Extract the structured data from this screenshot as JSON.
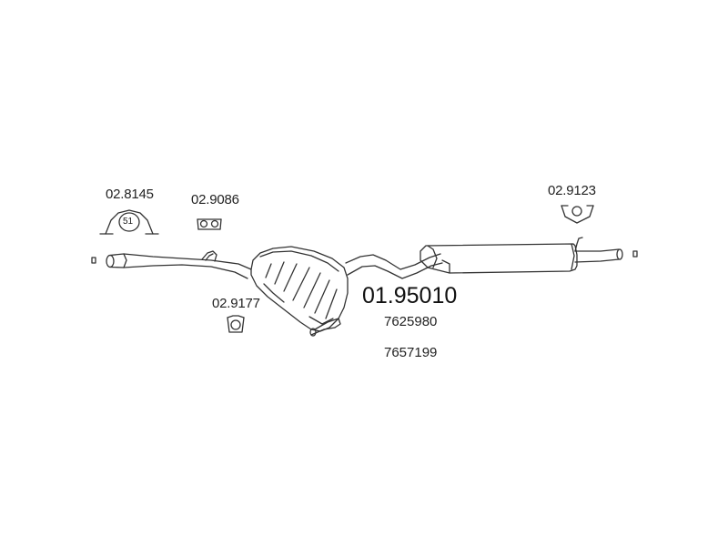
{
  "part_labels": {
    "clamp": "02.8145",
    "hanger_front": "02.9086",
    "hanger_mid": "02.9177",
    "hanger_rear": "02.9123",
    "clamp_size": "51"
  },
  "main_part": {
    "number": "01.95010",
    "oem_1": "7625980",
    "oem_2": "7657199"
  },
  "colors": {
    "line": "#333333",
    "background": "#ffffff"
  }
}
